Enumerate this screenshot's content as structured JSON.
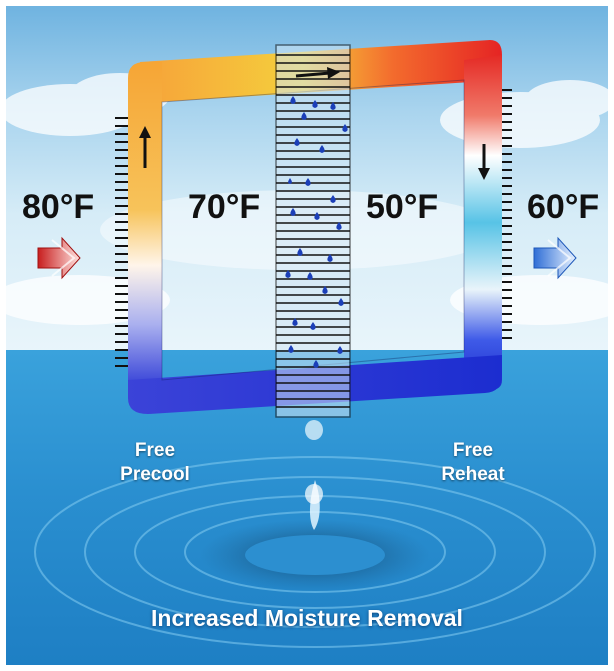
{
  "temperatures": {
    "outside_air": "80°F",
    "precooled": "70°F",
    "cooled": "50°F",
    "reheated": "60°F"
  },
  "labels": {
    "free_precool_line1": "Free",
    "free_precool_line2": "Precool",
    "free_reheat_line1": "Free",
    "free_reheat_line2": "Reheat",
    "caption": "Increased Moisture Removal"
  },
  "colors": {
    "hot": "#e8332a",
    "warm": "#f7a531",
    "cool": "#2a44d8",
    "water": "#2f9ad6",
    "sky": "#bfe0f2"
  },
  "icons": [
    "inflow-arrow-icon",
    "outflow-arrow-icon",
    "flow-up-arrow-icon",
    "flow-right-arrow-icon",
    "flow-down-arrow-icon",
    "water-droplet-icon"
  ]
}
